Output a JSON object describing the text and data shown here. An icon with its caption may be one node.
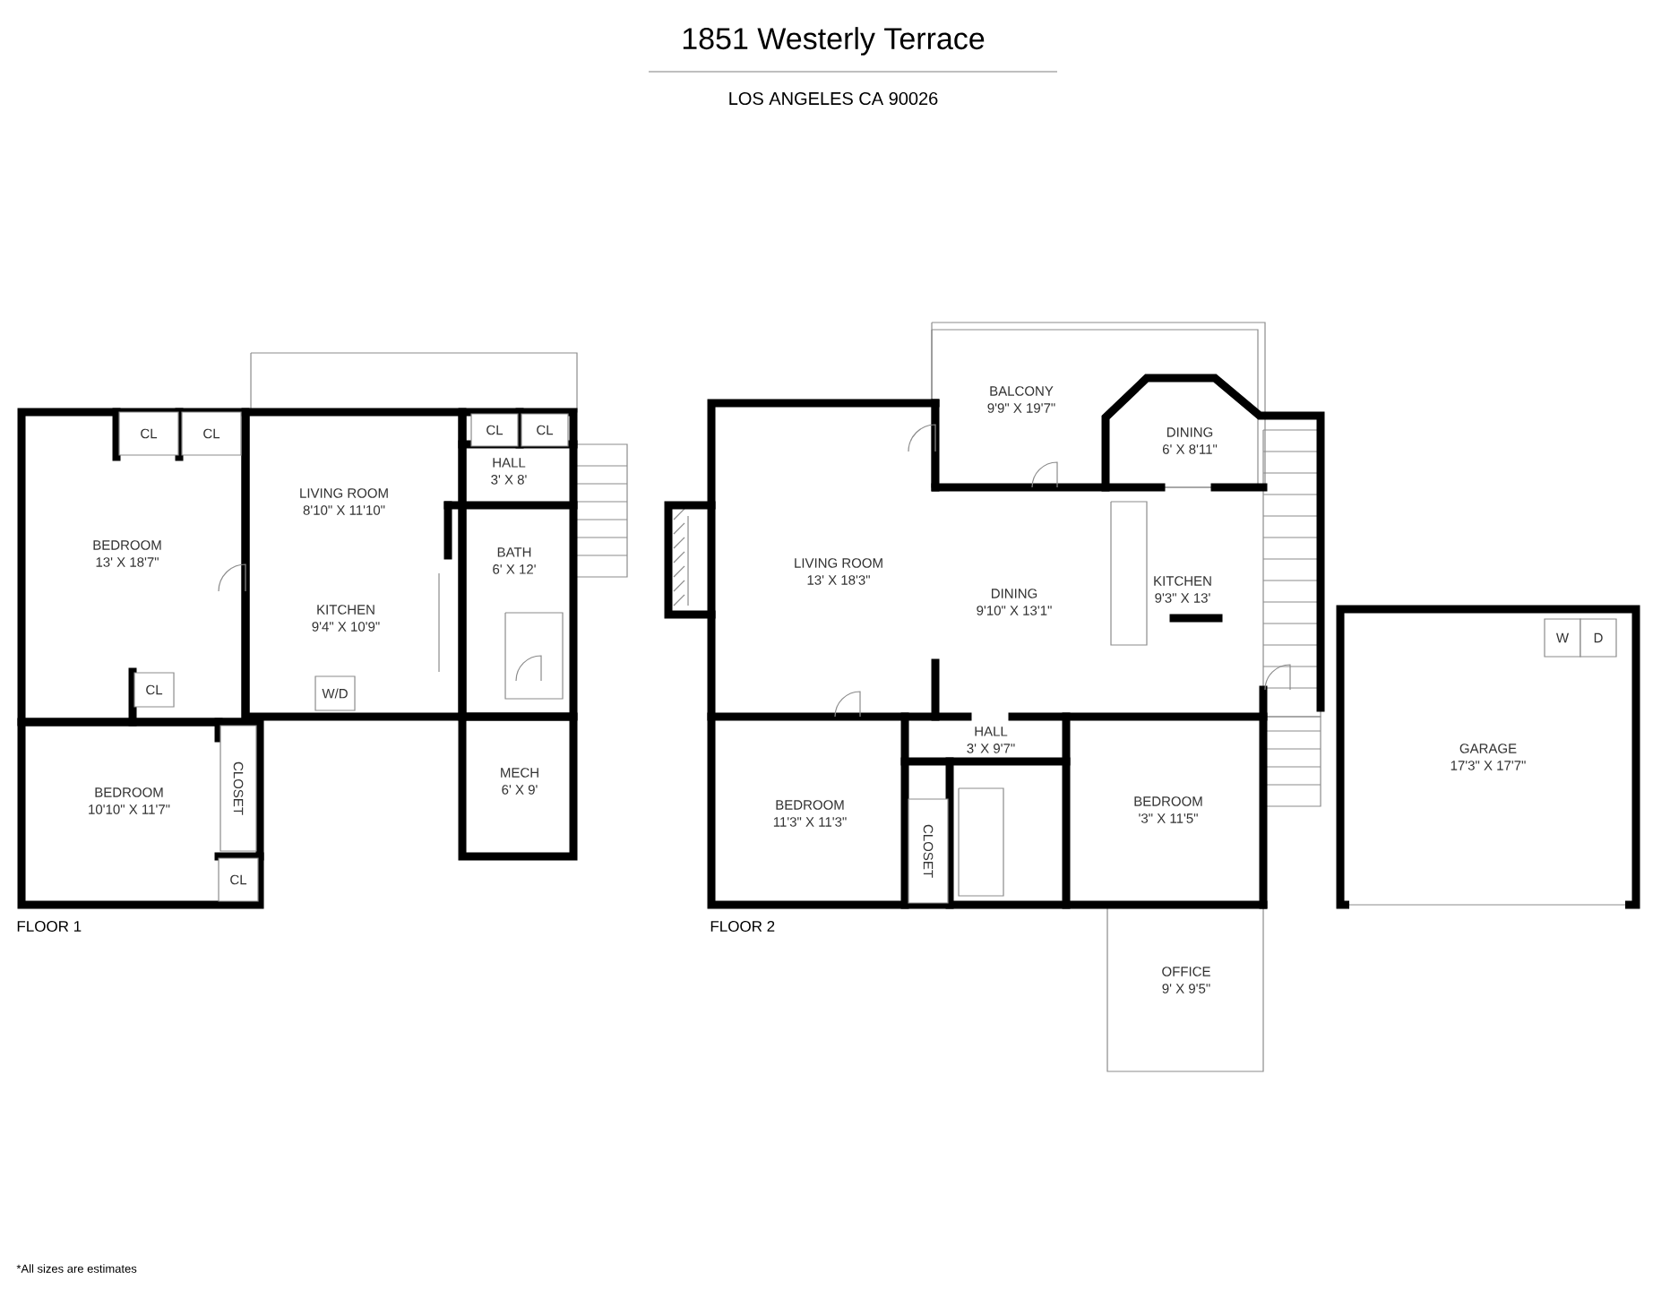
{
  "diagram": {
    "title": "1851 Westerly Terrace",
    "nodes": [
      {
        "text": [
          "CL"
        ]
      },
      {
        "text": [
          "CL"
        ]
      },
      {
        "text": [
          "CL"
        ]
      },
      {
        "text": [
          "CL"
        ]
      },
      {
        "text": [
          "LIVING ROOM",
          "8'10\" X 11'10\""
        ]
      },
      {
        "text": [
          "HALL",
          "3' X 8'"
        ]
      },
      {
        "text": [
          "BEDROOM",
          "13' X 18'7\""
        ]
      },
      {
        "text": [
          "BATH",
          "6' X 12'"
        ]
      },
      {
        "text": [
          "KITCHEN",
          "9'4\" X 10'9\""
        ]
      },
      {
        "text": [
          "CL"
        ]
      },
      {
        "text": [
          "W/D"
        ]
      },
      {
        "text": [
          "MECH",
          "6' X 9'"
        ]
      },
      {
        "text": [
          "BEDROOM",
          "10'10\" X 11'7\""
        ]
      },
      {
        "text": [
          "CLOSET"
        ]
      },
      {
        "text": [
          "CL"
        ]
      },
      {
        "text": [
          "BALCONY",
          "9'9\" X 19'7\""
        ]
      },
      {
        "text": [
          "DINING",
          "6' X 8'11\""
        ]
      },
      {
        "text": [
          "LIVING ROOM",
          "13' X 18'3\""
        ]
      },
      {
        "text": [
          "DINING",
          "9'10\" X 13'1\""
        ]
      },
      {
        "text": [
          "KITCHEN",
          "9'3\" X 13'"
        ]
      },
      {
        "text": [
          "HALL",
          "3' X 9'7\""
        ]
      },
      {
        "text": [
          "BEDROOM",
          "11'3\" X 11'3\""
        ]
      },
      {
        "text": [
          "CLOSET"
        ]
      },
      {
        "text": [
          "BEDROOM",
          "'3\" X 11'5\""
        ]
      },
      {
        "text": [
          "OFFICE",
          "9' X 9'5\""
        ]
      },
      {
        "text": [
          "GARAGE",
          "17'3\" X 17'7\""
        ]
      },
      {
        "text": [
          "W"
        ],
        "in": 25
      },
      {
        "text": [
          "D"
        ],
        "in": 25
      }
    ],
    "labels": [
      "LOS ANGELES CA 90026",
      "FLOOR 1",
      "FLOOR 2",
      "*All sizes are estimates"
    ]
  }
}
